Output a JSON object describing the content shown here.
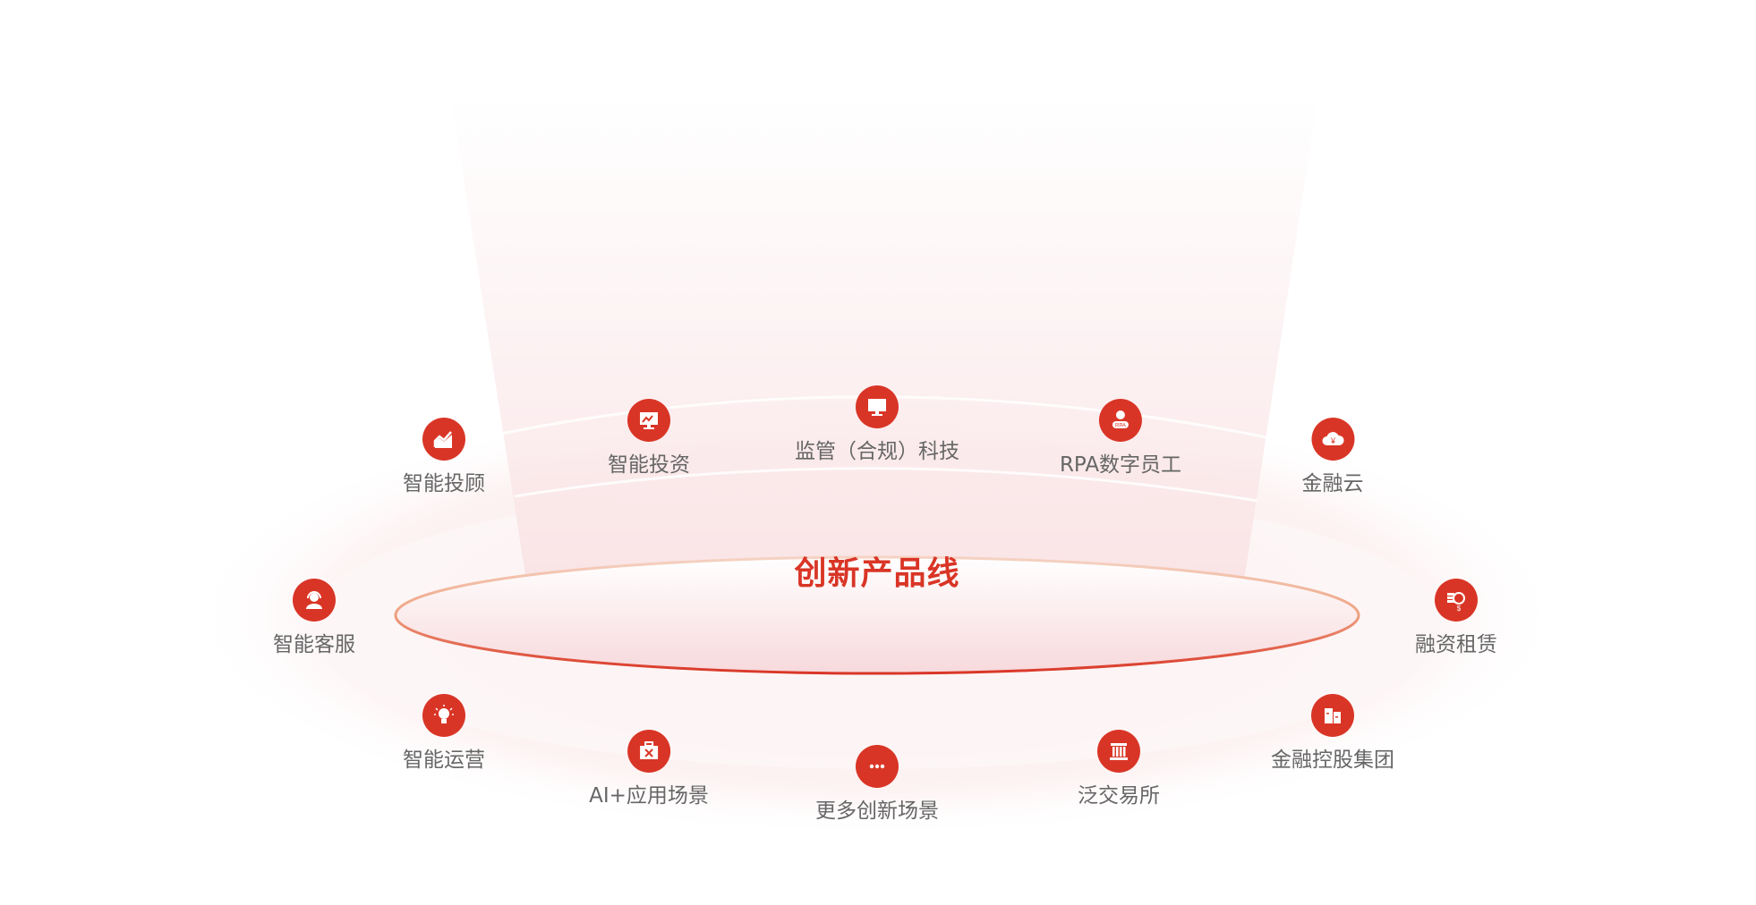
{
  "title": "创新产品线",
  "accent_color": "#d93526",
  "items": [
    {
      "label": "智能投顾",
      "icon": "chart-growth-icon"
    },
    {
      "label": "智能投资",
      "icon": "monitor-chart-icon"
    },
    {
      "label": "监管（合规）科技",
      "icon": "monitor-icon"
    },
    {
      "label": "RPA数字员工",
      "icon": "rpa-user-icon"
    },
    {
      "label": "金融云",
      "icon": "yuan-cloud-icon"
    },
    {
      "label": "智能客服",
      "icon": "headset-agent-icon"
    },
    {
      "label": "融资租赁",
      "icon": "coin-magnifier-icon"
    },
    {
      "label": "智能运营",
      "icon": "lightbulb-icon"
    },
    {
      "label": "AI+应用场景",
      "icon": "toolbox-icon"
    },
    {
      "label": "更多创新场景",
      "icon": "more-dots-icon"
    },
    {
      "label": "泛交易所",
      "icon": "exchange-building-icon"
    },
    {
      "label": "金融控股集团",
      "icon": "office-buildings-icon"
    }
  ]
}
